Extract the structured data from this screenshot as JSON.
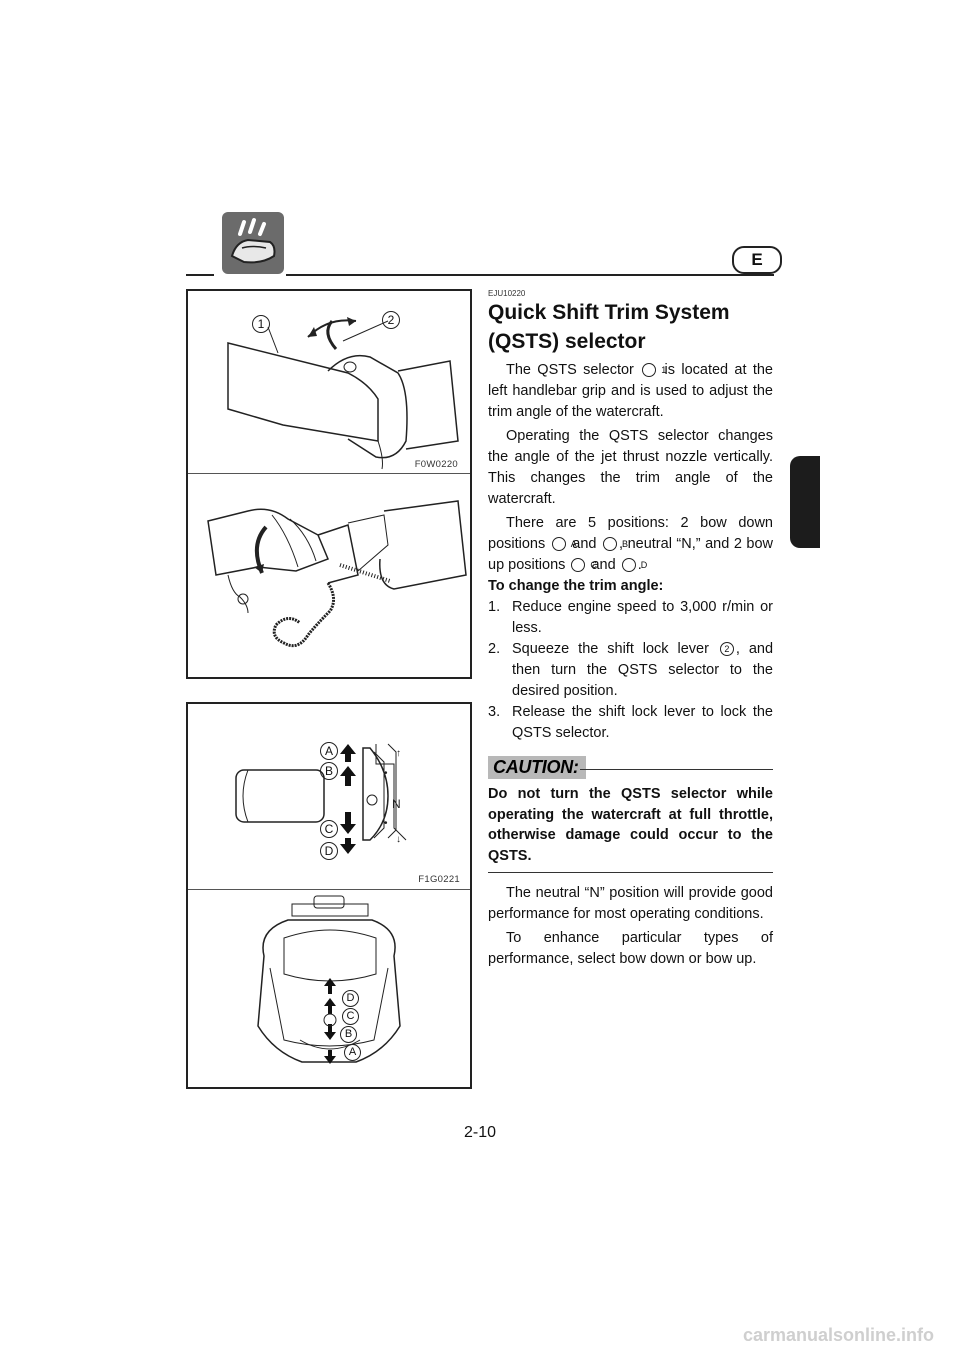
{
  "header": {
    "lang": "E",
    "icon": "watercraft-icon"
  },
  "figures": {
    "fig1": {
      "code": "F0W0220",
      "callouts": [
        "1",
        "2"
      ]
    },
    "fig2": {
      "code": "F1G0221",
      "letters": [
        "A",
        "B",
        "C",
        "D"
      ],
      "neutral": "N"
    }
  },
  "section": {
    "code": "EJU10220",
    "title_line1": "Quick Shift Trim System",
    "title_line2": "(QSTS) selector",
    "p1_a": "The QSTS selector",
    "p1_ref": "1",
    "p1_b": "is located at the left handlebar grip and is used to adjust the trim angle of the watercraft.",
    "p2": "Operating the QSTS selector changes the angle of the jet thrust nozzle vertically. This changes the trim angle of the watercraft.",
    "p3_a": "There are 5 positions: 2 bow down positions",
    "p3_A": "A",
    "p3_and1": "and",
    "p3_B": "B",
    "p3_b": ", neutral “N,” and 2 bow up positions",
    "p3_C": "C",
    "p3_and2": "and",
    "p3_D": "D",
    "p3_end": ".",
    "subhead": "To change the trim angle:",
    "steps": [
      {
        "n": "1.",
        "text": "Reduce engine speed to 3,000 r/min or less."
      },
      {
        "n": "2.",
        "text_a": "Squeeze the shift lock lever",
        "ref": "2",
        "text_b": ", and then turn the QSTS selector to the desired position."
      },
      {
        "n": "3.",
        "text": "Release the shift lock lever to lock the QSTS selector."
      }
    ],
    "caution_label": "CAUTION:",
    "caution_text": "Do not turn the QSTS selector while operating the watercraft at full throttle, otherwise damage could occur to the QSTS.",
    "p4": "The neutral “N” position will provide good performance for most operating conditions.",
    "p5": "To enhance particular types of performance, select bow down or bow up."
  },
  "footer": {
    "page": "2-10",
    "watermark": "carmanualsonline.info"
  }
}
